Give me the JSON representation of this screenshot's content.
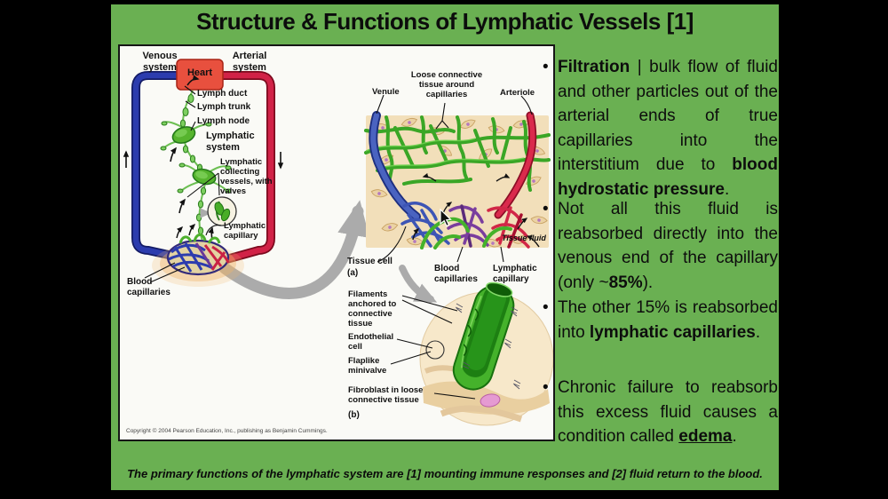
{
  "slide": {
    "title": "Structure & Functions of Lymphatic Vessels [1]",
    "footer": "The primary functions of the lymphatic system are [1] mounting immune responses and [2] fluid return to the blood.",
    "bullet_marker": "•"
  },
  "figure": {
    "copyright": "Copyright © 2004 Pearson Education, Inc., publishing as Benjamin Cummings.",
    "overview": {
      "venous_system": "Venous system",
      "arterial_system": "Arterial system",
      "heart": "Heart",
      "lymph_duct": "Lymph duct",
      "lymph_trunk": "Lymph trunk",
      "lymph_node": "Lymph node",
      "lymphatic_system": "Lymphatic system",
      "collecting_vessels": "Lymphatic collecting vessels, with valves",
      "lymphatic_capillary": "Lymphatic capillary",
      "blood_capillaries": "Blood capillaries"
    },
    "tissue_view": {
      "venule": "Venule",
      "loose_connective": "Loose connective tissue around capillaries",
      "arteriole": "Arteriole",
      "tissue_fluid": "Tissue fluid",
      "tissue_cell": "Tissue cell",
      "panel_a": "(a)",
      "blood_capillaries": "Blood capillaries",
      "lymphatic_capillary": "Lymphatic capillary"
    },
    "inset_view": {
      "filaments": "Filaments anchored to connective tissue",
      "endothelial_cell": "Endothelial cell",
      "flaplike_minivalve": "Flaplike minivalve",
      "fibroblast": "Fibroblast in loose connective tissue",
      "panel_b": "(b)"
    }
  },
  "bullets": [
    {
      "segments": [
        {
          "text": "Filtration",
          "bold": true
        },
        {
          "text": " | bulk flow of fluid and other particles out of the arterial ends of true capillaries into the interstitium due to "
        },
        {
          "text": "blood hydrostatic pressure",
          "bold": true
        },
        {
          "text": "."
        }
      ]
    },
    {
      "segments": [
        {
          "text": "Not all this fluid is reabsorbed directly into the venous end of the capillary (only ~"
        },
        {
          "text": "85%",
          "bold": true
        },
        {
          "text": ")."
        }
      ]
    },
    {
      "segments": [
        {
          "text": "The other 15% is reabsorbed into "
        },
        {
          "text": "lymphatic capillaries",
          "bold": true
        },
        {
          "text": "."
        }
      ]
    },
    {
      "segments": [
        {
          "text": "Chronic failure to reabsorb this excess fluid causes a condition called "
        },
        {
          "text": "edema",
          "bold": true,
          "underline": true
        },
        {
          "text": "."
        }
      ]
    }
  ],
  "colors": {
    "slide_green": "#6ab052",
    "letterbox_black": "#000000",
    "panel_white": "#fafaf6",
    "heart_red": "#e8503e",
    "venous_blue": "#2c3cae",
    "arterial_red": "#d12247",
    "lymph_green": "#49ad27",
    "tissue_beige": "#f2dfba",
    "arrow_gray": "#ababab",
    "text_black": "#111111"
  }
}
